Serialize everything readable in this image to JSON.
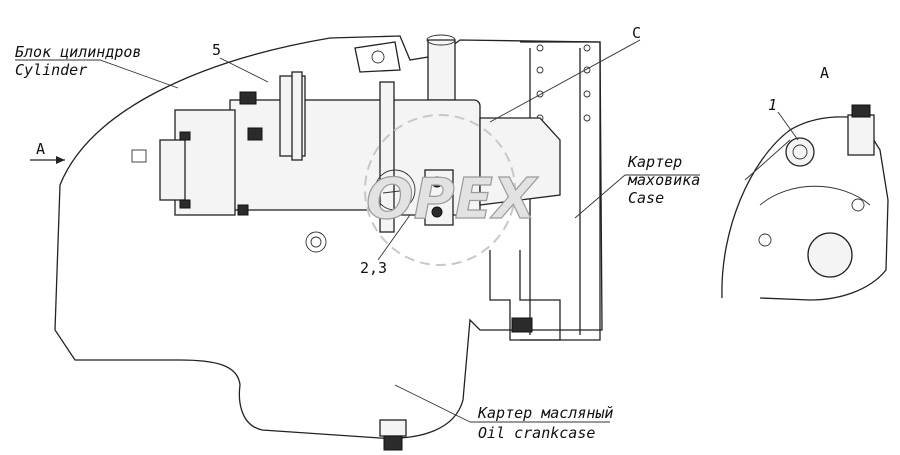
{
  "labels": {
    "cylinder_block_ru": "Блок цилиндров",
    "cylinder_block_en": "Cylinder",
    "flywheel_case_ru_1": "Картер",
    "flywheel_case_ru_2": "маховика",
    "flywheel_case_en": "Case",
    "oil_crankcase_ru": "Картер масляный",
    "oil_crankcase_en": "Oil crankcase",
    "view_arrow": "A",
    "view_title": "A",
    "callout_5": "5",
    "callout_c": "C",
    "callout_23": "2,3",
    "callout_1": "1"
  },
  "watermark": "OPEX",
  "colors": {
    "line": "#222222",
    "watermark": "#e2e2e2"
  }
}
